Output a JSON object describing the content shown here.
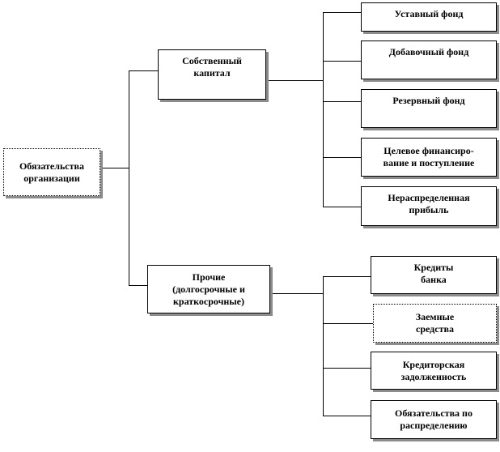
{
  "root": {
    "label": "Обязательства\nорганизации"
  },
  "own_capital": {
    "label": "Собственный\nкапитал",
    "children": [
      "Уставный фонд",
      "Добавочный фонд",
      "Резервный фонд",
      "Целевое финансиро-\nвание и поступление",
      "Нераспределенная\nприбыль"
    ]
  },
  "other": {
    "label": "Прочие\n(долгосрочные и\nкраткосрочные)",
    "children": [
      "Кредиты\nбанка",
      "Заемные\nсредства",
      "Кредиторская\nзадолженность",
      "Обязательства по\nраспределению"
    ]
  }
}
